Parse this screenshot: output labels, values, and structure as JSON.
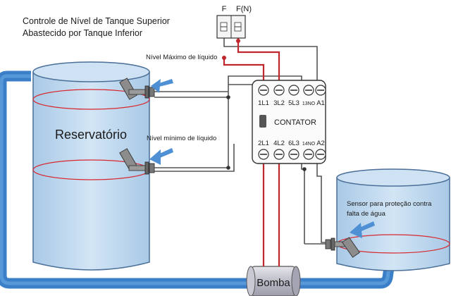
{
  "title_line1": "Controle de Nível de Tanque Superior",
  "title_line2": "Abastecido por Tanque Inferior",
  "upper_tank_label": "Reservatório",
  "level_max_label": "Nível Máximo de líquido",
  "level_min_label": "Nível mínimo de líquido",
  "sensor_label_line1": "Sensor para proteção contra",
  "sensor_label_line2": "falta de água",
  "pump_label": "Bomba",
  "supply": {
    "phase_label": "F",
    "neutral_label": "F(N)"
  },
  "contactor": {
    "label": "CONTATOR",
    "top_terminals": [
      "1L1",
      "3L2",
      "5L3",
      "13NO",
      "A1"
    ],
    "bottom_terminals": [
      "2L1",
      "4L2",
      "6L3",
      "14NO",
      "A2"
    ]
  },
  "colors": {
    "water": "#bcd7ee",
    "pipe": "#4a90d6",
    "wire_power": "#c0262c",
    "wire_control": "#555555",
    "arrow": "#4f8fd4"
  }
}
